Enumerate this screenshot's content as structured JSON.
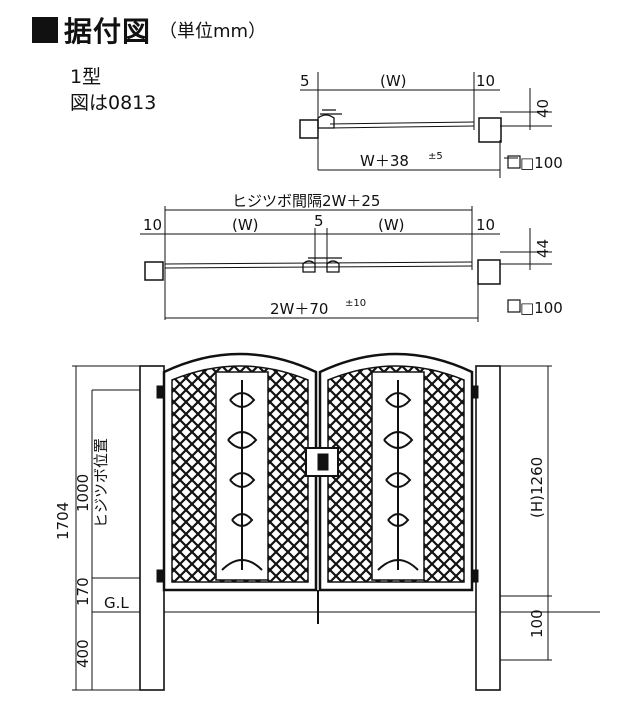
{
  "header": {
    "title": "据付図",
    "unit": "（単位mm）"
  },
  "model": {
    "type": "1型",
    "figure": "図は0813"
  },
  "top_view_single": {
    "dim_left": "5",
    "dim_width": "(W)",
    "dim_right": "10",
    "dim_depth": "40",
    "dim_total_base": "W＋38",
    "dim_total_tol": "±5",
    "post_size": "□100"
  },
  "top_view_double": {
    "hinge_pitch": "ヒジツボ間隔2W＋25",
    "dim_left": "10",
    "dim_w_left": "(W)",
    "dim_center": "5",
    "dim_w_right": "(W)",
    "dim_right": "10",
    "dim_depth": "44",
    "dim_total_base": "2W＋70",
    "dim_total_tol": "±10",
    "post_size": "□100"
  },
  "elevation": {
    "total_height": "1704",
    "hinge_height": "1000",
    "hinge_label": "ヒジツボ位置",
    "clearance": "170",
    "embed_depth": "400",
    "ground_label": "G.L",
    "gate_height": "(H)1260",
    "bottom_dim": "100"
  }
}
